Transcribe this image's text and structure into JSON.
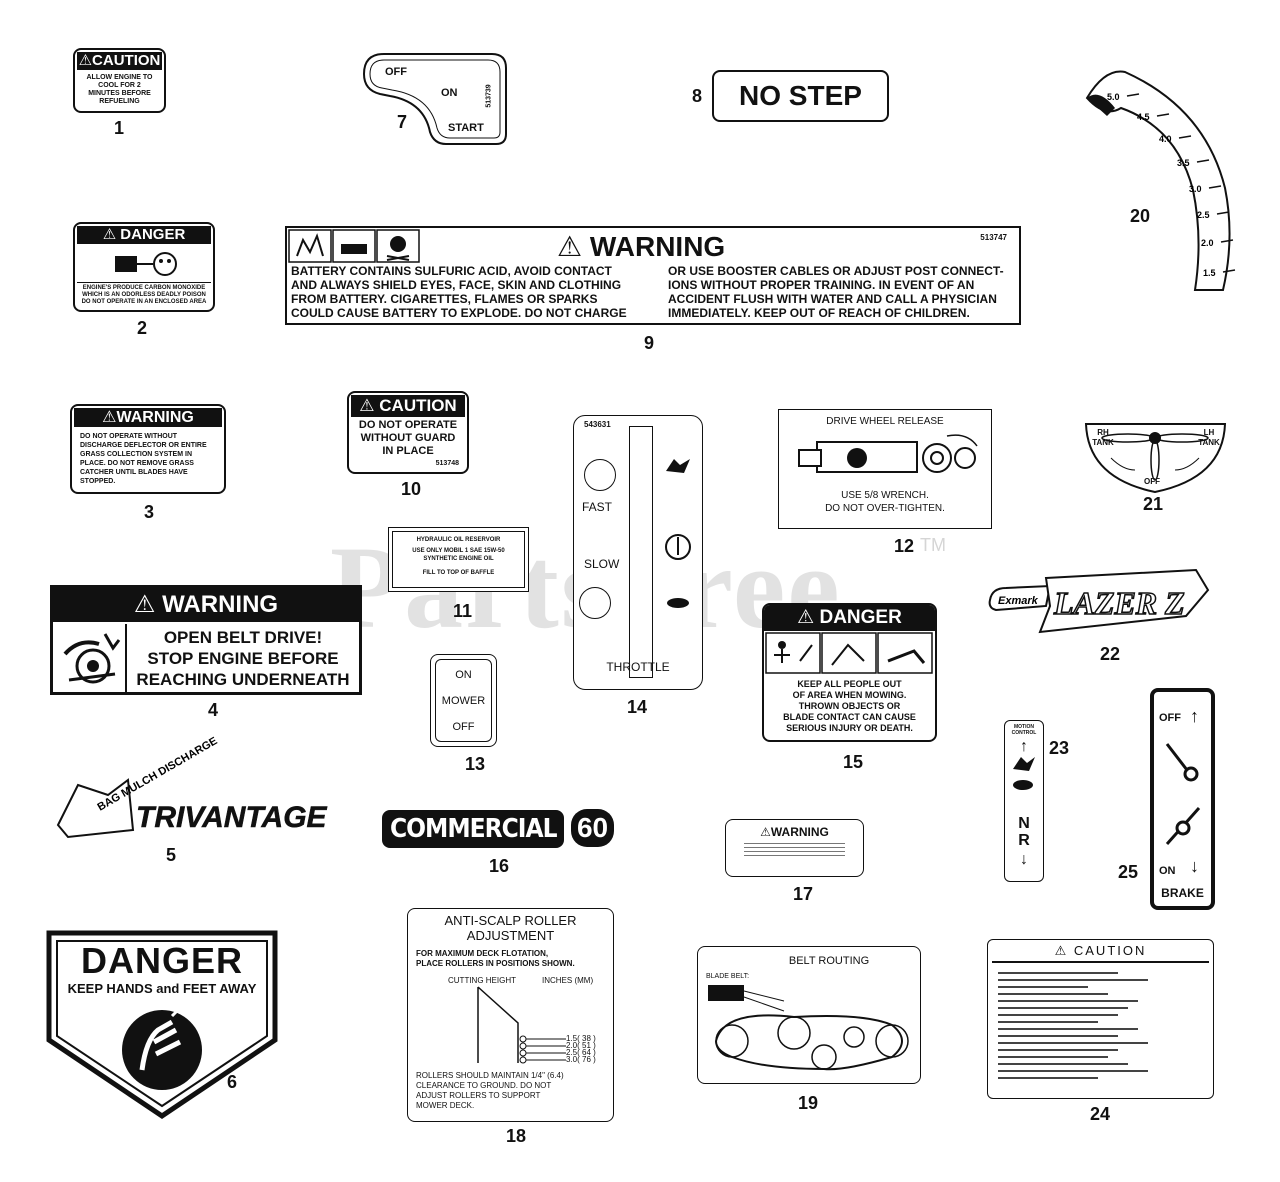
{
  "watermark": {
    "brand": "PartsTree",
    "tm": "TM"
  },
  "callouts": {
    "n1": "1",
    "n2": "2",
    "n3": "3",
    "n4": "4",
    "n5": "5",
    "n6": "6",
    "n7": "7",
    "n8": "8",
    "n9": "9",
    "n10": "10",
    "n11": "11",
    "n12": "12",
    "n13": "13",
    "n14": "14",
    "n15": "15",
    "n16": "16",
    "n17": "17",
    "n18": "18",
    "n19": "19",
    "n20": "20",
    "n21": "21",
    "n22": "22",
    "n23": "23",
    "n24": "24",
    "n25": "25"
  },
  "decal1": {
    "header": "⚠CAUTION",
    "body": "ALLOW ENGINE TO COOL FOR 2 MINUTES BEFORE REFUELING"
  },
  "decal2": {
    "header": "⚠ DANGER",
    "body": "ENGINE'S PRODUCE CARBON MONOXIDE WHICH IS AN ODORLESS DEADLY POISON DO NOT OPERATE IN AN ENCLOSED AREA"
  },
  "decal3": {
    "header": "⚠WARNING",
    "body": "DO NOT OPERATE WITHOUT DISCHARGE DEFLECTOR OR ENTIRE GRASS COLLECTION SYSTEM IN PLACE. DO NOT REMOVE GRASS CATCHER UNTIL BLADES HAVE STOPPED."
  },
  "decal4": {
    "header": "⚠  WARNING",
    "line1": "OPEN BELT DRIVE!",
    "line2": "STOP ENGINE BEFORE",
    "line3": "REACHING UNDERNEATH"
  },
  "decal5": {
    "logo": "TRIVANTAGE",
    "tag": "BAG MULCH DISCHARGE"
  },
  "decal6": {
    "header": "DANGER",
    "sub": "KEEP HANDS and FEET AWAY"
  },
  "decal7": {
    "off": "OFF",
    "on": "ON",
    "start": "START",
    "part": "513739"
  },
  "decal8": {
    "text": "NO STEP"
  },
  "decal9": {
    "header": "⚠ WARNING",
    "part": "513747",
    "col1": [
      "BATTERY CONTAINS SULFURIC ACID, AVOID CONTACT",
      "AND ALWAYS SHIELD EYES, FACE, SKIN AND CLOTHING",
      "FROM BATTERY.  CIGARETTES, FLAMES OR SPARKS",
      "COULD CAUSE BATTERY TO EXPLODE.  DO NOT CHARGE"
    ],
    "col2": [
      "OR USE BOOSTER CABLES OR ADJUST POST CONNECT-",
      "IONS WITHOUT PROPER TRAINING.  IN EVENT OF AN",
      "ACCIDENT FLUSH WITH WATER AND CALL A PHYSICIAN",
      "IMMEDIATELY. KEEP OUT OF REACH OF CHILDREN."
    ]
  },
  "decal10": {
    "header": "⚠ CAUTION",
    "line1": "DO NOT OPERATE",
    "line2": "WITHOUT GUARD",
    "line3": "IN PLACE",
    "part": "513748"
  },
  "decal11": {
    "line1": "HYDRAULIC OIL RESERVOIR",
    "line2": "USE ONLY MOBIL 1 SAE 15W-50",
    "line3": "SYNTHETIC ENGINE OIL",
    "line4": "FILL TO TOP OF BAFFLE"
  },
  "decal12": {
    "title": "DRIVE WHEEL RELEASE",
    "line1": "USE 5/8 WRENCH.",
    "line2": "DO NOT OVER-TIGHTEN."
  },
  "decal13": {
    "on": "ON",
    "mower": "MOWER",
    "off": "OFF"
  },
  "decal14": {
    "part": "543631",
    "fast": "FAST",
    "slow": "SLOW",
    "throttle": "THROTTLE"
  },
  "decal15": {
    "header": "⚠  DANGER",
    "body": [
      "KEEP ALL PEOPLE OUT",
      "OF AREA WHEN MOWING.",
      "THROWN OBJECTS OR",
      "BLADE CONTACT CAN CAUSE",
      "SERIOUS INJURY OR DEATH."
    ]
  },
  "decal16": {
    "text": "COMMERCIAL",
    "num": "60"
  },
  "decal17": {
    "header": "⚠WARNING"
  },
  "decal18": {
    "title1": "ANTI-SCALP ROLLER",
    "title2": "ADJUSTMENT",
    "intro1": "FOR MAXIMUM DECK FLOTATION,",
    "intro2": "PLACE ROLLERS IN POSITIONS SHOWN.",
    "col1": "CUTTING HEIGHT",
    "col2": "INCHES (MM)",
    "rows": [
      "1.5( 38 )",
      "2.0( 51 )",
      "2.5( 64 )",
      "3.0( 76 )"
    ],
    "foot": [
      "ROLLERS SHOULD MAINTAIN 1/4\" (6.4)",
      "CLEARANCE TO GROUND. DO NOT",
      "ADJUST ROLLERS TO SUPPORT",
      "MOWER DECK."
    ]
  },
  "decal19": {
    "title": "BELT ROUTING",
    "blade": "BLADE BELT:"
  },
  "decal20": {
    "ticks": [
      "5.0",
      "4.5",
      "4.0",
      "3.5",
      "3.0",
      "2.5",
      "2.0",
      "1.5"
    ]
  },
  "decal21": {
    "rh": "RH TANK",
    "lh": "LH TANK",
    "off": "OFF"
  },
  "decal22": {
    "brand": "Exmark",
    "model": "LAZER Z"
  },
  "decal23": {
    "header": "MOTION CONTROL",
    "n": "N",
    "r": "R"
  },
  "decal24": {
    "header": "⚠ CAUTION"
  },
  "decal25": {
    "off": "OFF",
    "on": "ON",
    "brake": "BRAKE"
  }
}
